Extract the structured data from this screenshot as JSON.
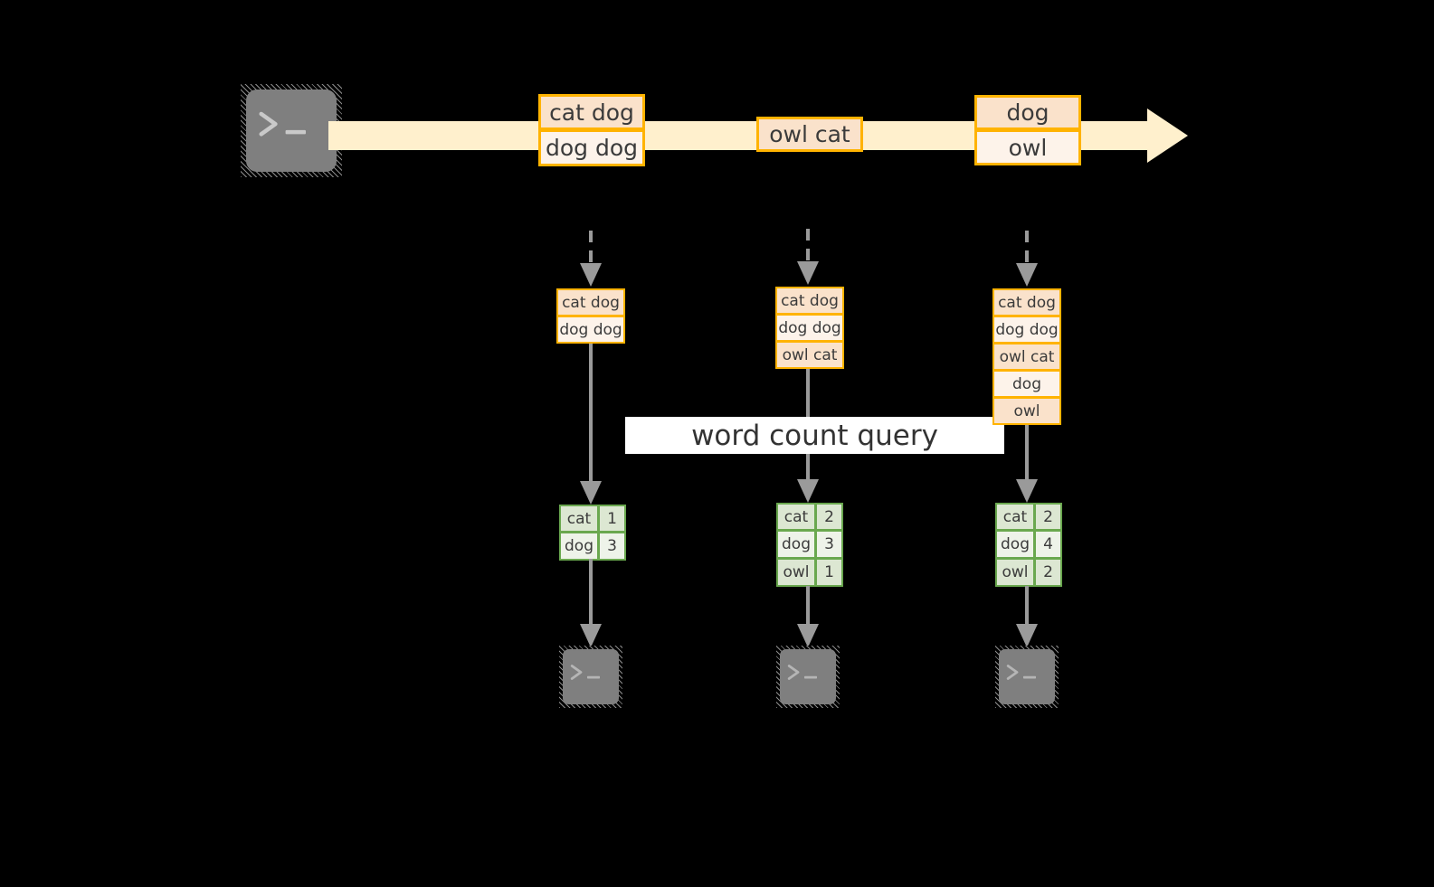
{
  "diagram": {
    "query_label": "word count query",
    "colors": {
      "background": "#000000",
      "stream_band": "#FFF0CD",
      "event_border": "#FFB300",
      "event_fill_dark": "#FAE2CB",
      "event_fill_light": "#FDF3EA",
      "table_border": "#6AA84F",
      "table_fill_dark": "#DCE7D2",
      "table_fill_light": "#EEF3E9",
      "connector": "#9A9A9A",
      "terminal_screen": "#7F7F7F",
      "label_band": "#FFFFFF"
    },
    "source": {
      "icon": "terminal-icon"
    },
    "stream": {
      "icon": "stream-arrow-icon",
      "events": [
        {
          "lines": [
            "cat dog",
            "dog dog"
          ]
        },
        {
          "lines": [
            "owl cat"
          ]
        },
        {
          "lines": [
            "dog",
            "owl"
          ]
        }
      ]
    },
    "batches": [
      {
        "name": "batch-1",
        "input_icon": "dashed-arrow-down-icon",
        "input_rows": [
          "cat dog",
          "dog dog"
        ],
        "result_header_icon": "none",
        "results": [
          {
            "word": "cat",
            "count": "1"
          },
          {
            "word": "dog",
            "count": "3"
          }
        ],
        "sink_icon": "terminal-icon"
      },
      {
        "name": "batch-2",
        "input_icon": "dashed-arrow-down-icon",
        "input_rows": [
          "cat dog",
          "dog dog",
          "owl cat"
        ],
        "result_header_icon": "none",
        "results": [
          {
            "word": "cat",
            "count": "2"
          },
          {
            "word": "dog",
            "count": "3"
          },
          {
            "word": "owl",
            "count": "1"
          }
        ],
        "sink_icon": "terminal-icon"
      },
      {
        "name": "batch-3",
        "input_icon": "dashed-arrow-down-icon",
        "input_rows": [
          "cat dog",
          "dog dog",
          "owl cat",
          "dog",
          "owl"
        ],
        "result_header_icon": "none",
        "results": [
          {
            "word": "cat",
            "count": "2"
          },
          {
            "word": "dog",
            "count": "4"
          },
          {
            "word": "owl",
            "count": "2"
          }
        ],
        "sink_icon": "terminal-icon"
      }
    ]
  }
}
